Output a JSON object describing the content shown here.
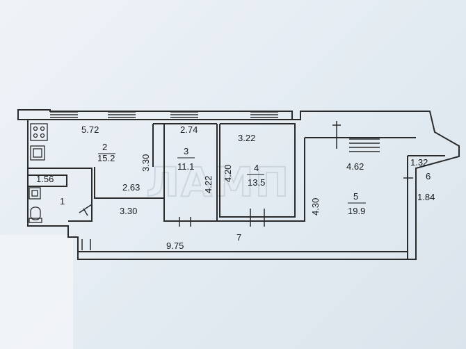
{
  "watermark": "ЛАМП",
  "rooms": [
    {
      "number": "1",
      "area": ""
    },
    {
      "number": "2",
      "area": "15.2"
    },
    {
      "number": "3",
      "area": "11.1"
    },
    {
      "number": "4",
      "area": "13.5"
    },
    {
      "number": "5",
      "area": "19.9"
    },
    {
      "number": "6",
      "area": ""
    },
    {
      "number": "7",
      "area": ""
    }
  ],
  "dimensions": {
    "room2_width": "5.72",
    "room2_depth": "3.30",
    "room3_width": "2.74",
    "room3_depth": "4.22",
    "room3_inner": "2.63",
    "room4_width": "3.22",
    "room4_depth": "4.20",
    "room5_width": "4.62",
    "room5_depth": "4.30",
    "room6_width": "1.32",
    "room6_depth": "1.84",
    "bath_width": "1.56",
    "hall_segment": "3.30",
    "corridor_length": "9.75"
  },
  "colors": {
    "background": "#e6edf3",
    "wall": "#2a2a2a",
    "watermark": "#b9c4cf"
  }
}
